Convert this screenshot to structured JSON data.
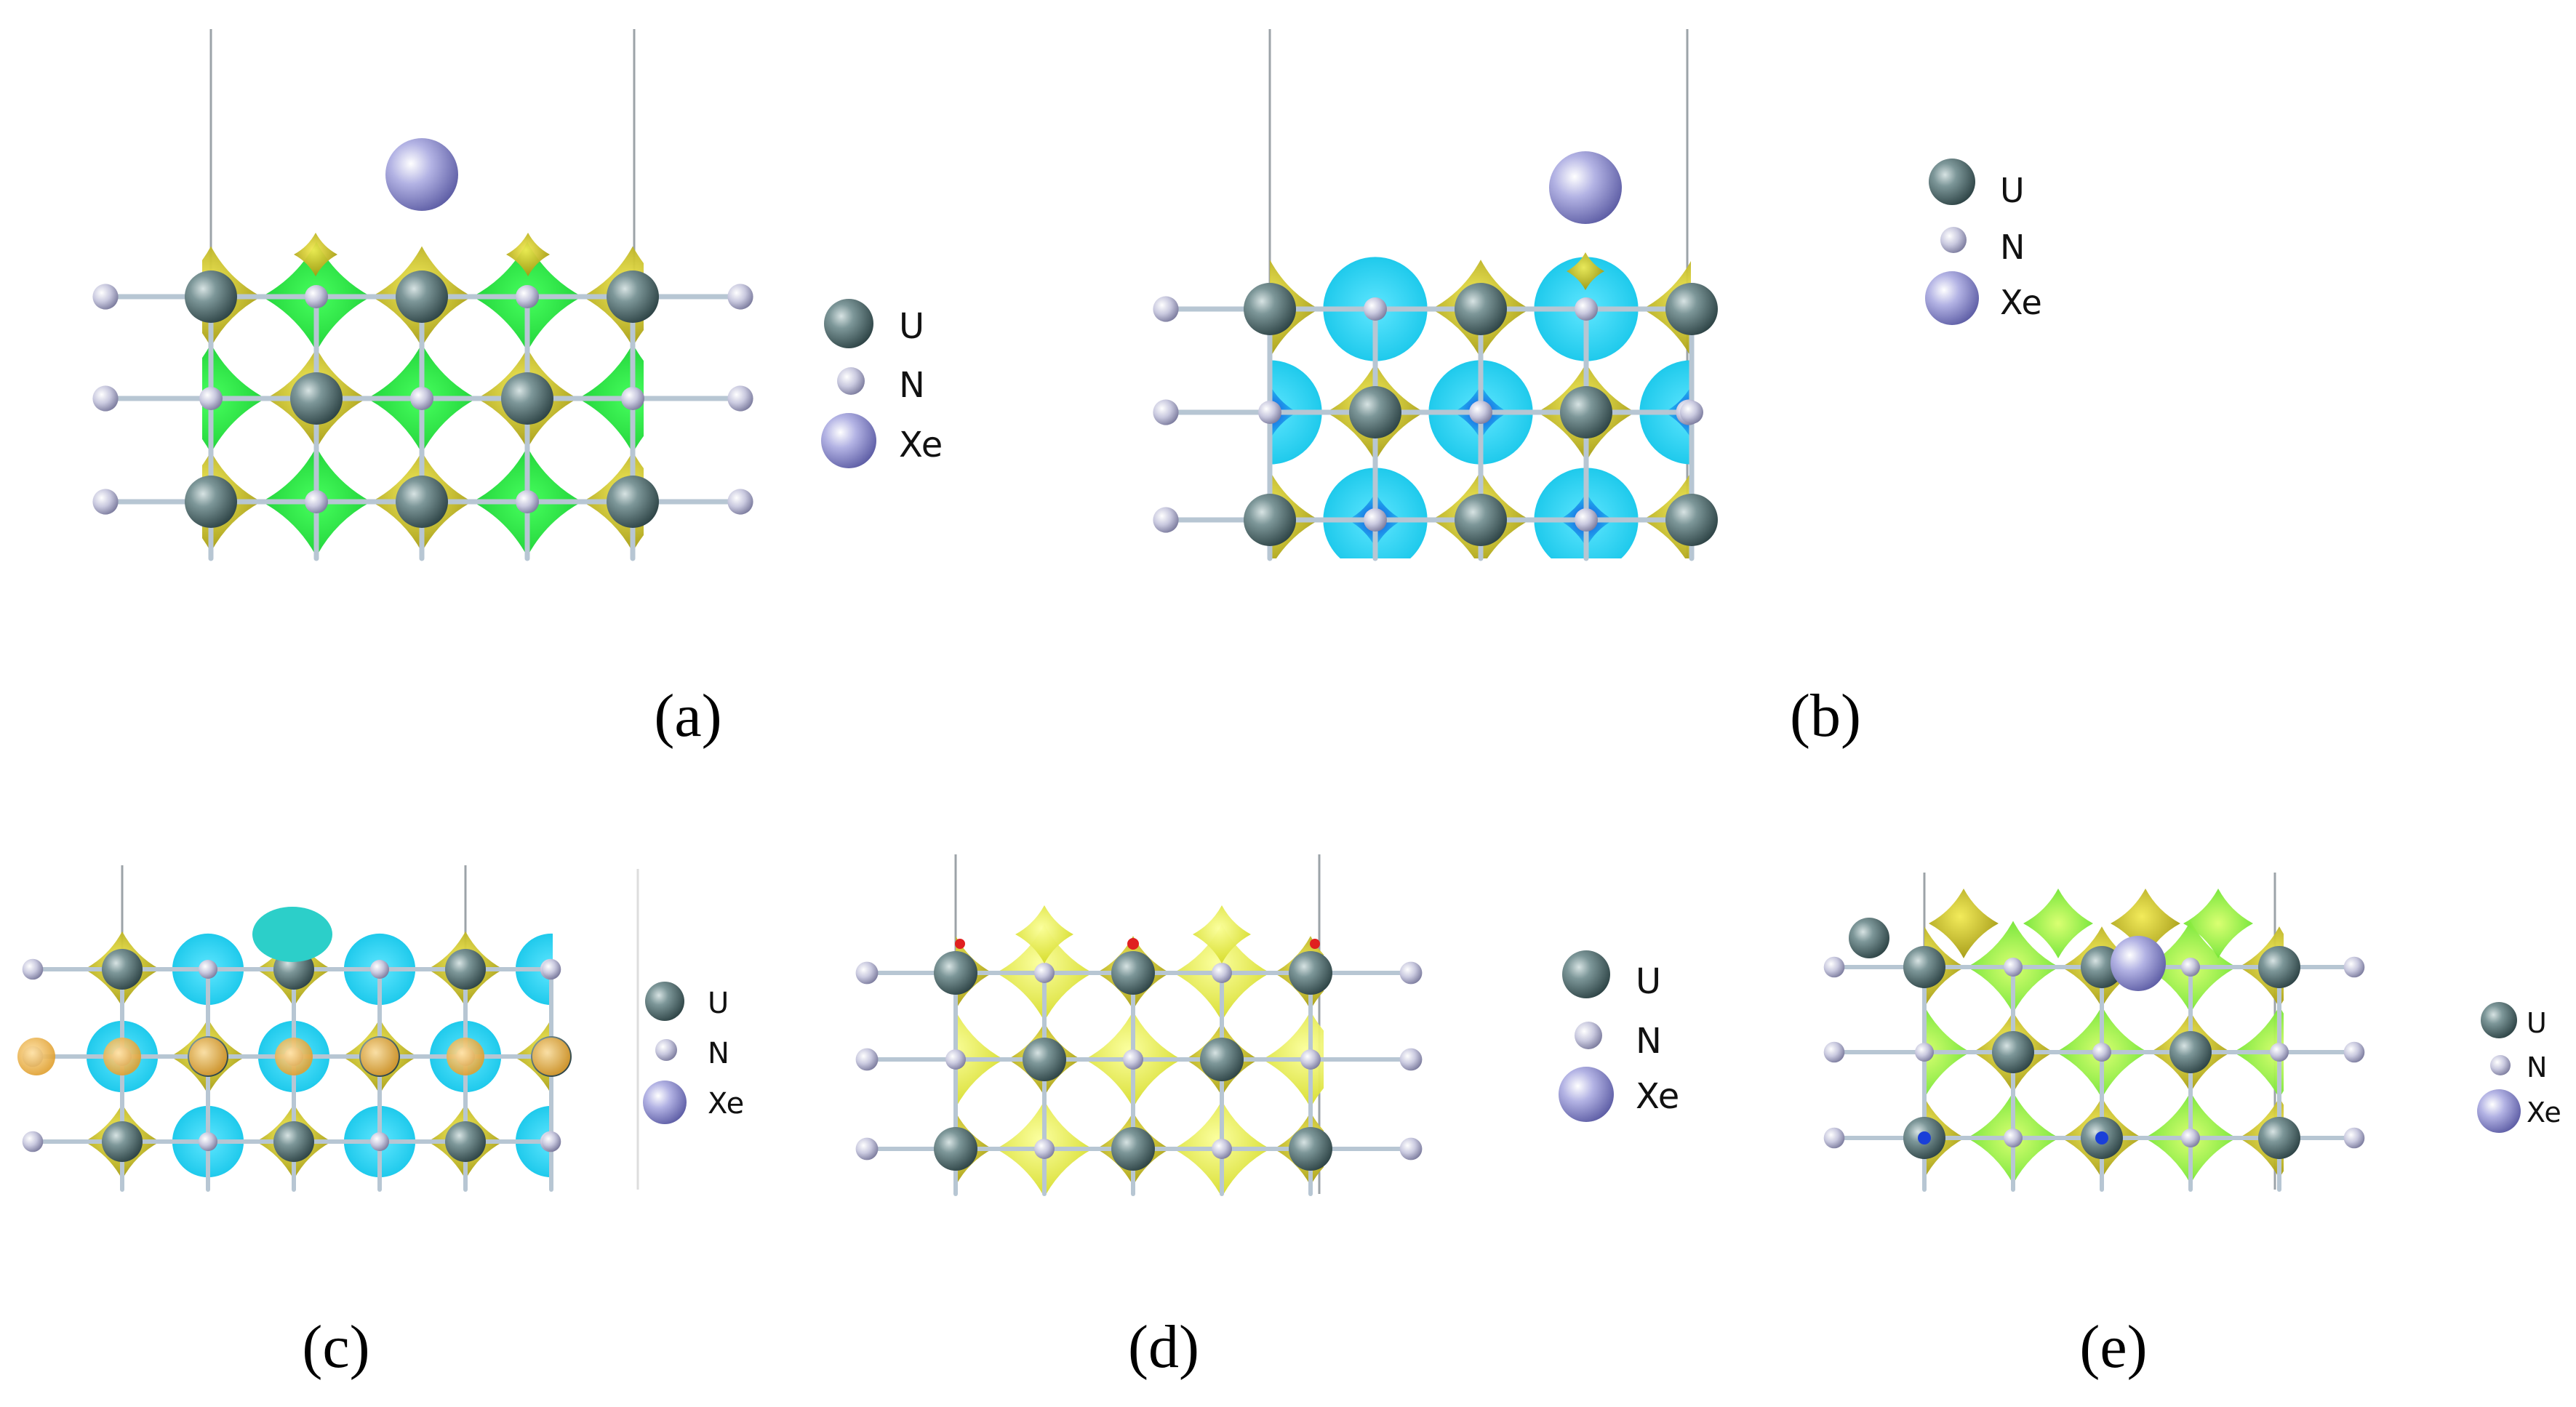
{
  "figure": {
    "panels": [
      {
        "id": "a",
        "caption": "(a)",
        "isosurface": "green-yellow",
        "legend": [
          "U",
          "N",
          "Xe"
        ]
      },
      {
        "id": "b",
        "caption": "(b)",
        "isosurface": "cyan-yellow",
        "legend": [
          "U",
          "N",
          "Xe"
        ]
      },
      {
        "id": "c",
        "caption": "(c)",
        "isosurface": "cyan-yellow",
        "legend": [
          "U",
          "N",
          "Xe"
        ]
      },
      {
        "id": "d",
        "caption": "(d)",
        "isosurface": "yellow-green",
        "legend": [
          "U",
          "N",
          "Xe"
        ]
      },
      {
        "id": "e",
        "caption": "(e)",
        "isosurface": "lime-yellow",
        "legend": [
          "U",
          "N",
          "Xe"
        ]
      }
    ]
  },
  "colors": {
    "U": "#5e7a7c",
    "N": "#bcbcd6",
    "Xe": "#9c9cd8",
    "bond": "#b7c6d3",
    "green": "#1ee33a",
    "yellow": "#c9c21a",
    "cyan": "#20d6f0",
    "blue": "#1257d8",
    "lime": "#9ef03a",
    "paleYellow": "#e8ee48",
    "orange": "#ecb24a"
  }
}
